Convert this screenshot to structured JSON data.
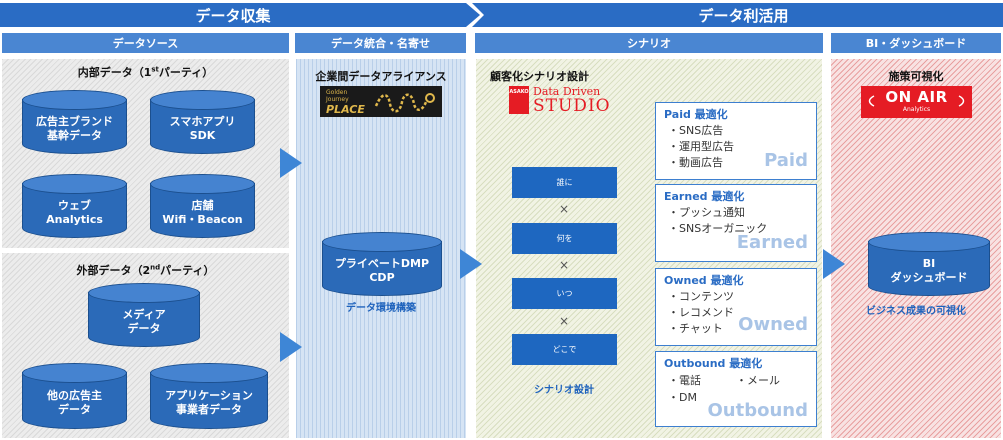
{
  "banners": {
    "collect": "データ収集",
    "utilize": "データ利活用"
  },
  "columns": {
    "source": "データソース",
    "integration": "データ統合・名寄せ",
    "scenario": "シナリオ",
    "bi": "BI・ダッシュボード"
  },
  "internal": {
    "title_a": "内部データ（1",
    "title_sup": "st",
    "title_b": "パーティ）",
    "items": [
      "広告主ブランド\n基幹データ",
      "スマホアプリ\nSDK",
      "ウェブ\nAnalytics",
      "店舗\nWifi・Beacon"
    ]
  },
  "external": {
    "title_a": "外部データ（2",
    "title_sup": "nd",
    "title_b": "パーティ）",
    "items": [
      "メディア\nデータ",
      "他の広告主\nデータ",
      "アプリケーション\n事業者データ"
    ]
  },
  "integration": {
    "alliance": "企業間データアライアンス",
    "logo_line1": "Golden",
    "logo_line2": "Journey",
    "logo_line3": "PLACE",
    "dmp": "プライベートDMP\nCDP",
    "caption": "データ環境構築"
  },
  "scenario": {
    "title": "顧客化シナリオ設計",
    "logo_small": "ASAKO",
    "logo_line1": "Data Driven",
    "logo_line2": "STUDIO",
    "steps": [
      "誰に",
      "何を",
      "いつ",
      "どこで"
    ],
    "times": "×",
    "caption": "シナリオ設計",
    "optimizations": [
      {
        "title": "Paid 最適化",
        "items": [
          "・SNS広告",
          "・運用型広告",
          "・動画広告"
        ],
        "watermark": "Paid"
      },
      {
        "title": "Earned 最適化",
        "items": [
          "・プッシュ通知",
          "・SNSオーガニック"
        ],
        "watermark": "Earned"
      },
      {
        "title": "Owned 最適化",
        "items": [
          "・コンテンツ",
          "・レコメンド",
          "・チャット"
        ],
        "watermark": "Owned"
      },
      {
        "title": "Outbound 最適化",
        "items": [
          "・電話",
          "・メール",
          "・DM"
        ],
        "watermark": "Outbound"
      }
    ]
  },
  "bi": {
    "title": "施策可視化",
    "logo_main": "ON AIR",
    "logo_sub": "Analytics",
    "dashboard": "BI\nダッシュボード",
    "caption": "ビジネス成果の可視化"
  },
  "colors": {
    "primary": "#2a6cc4",
    "dark_blue": "#1e67c0",
    "cylinder": "#2b6ab8",
    "red_logo": "#e51c24"
  }
}
